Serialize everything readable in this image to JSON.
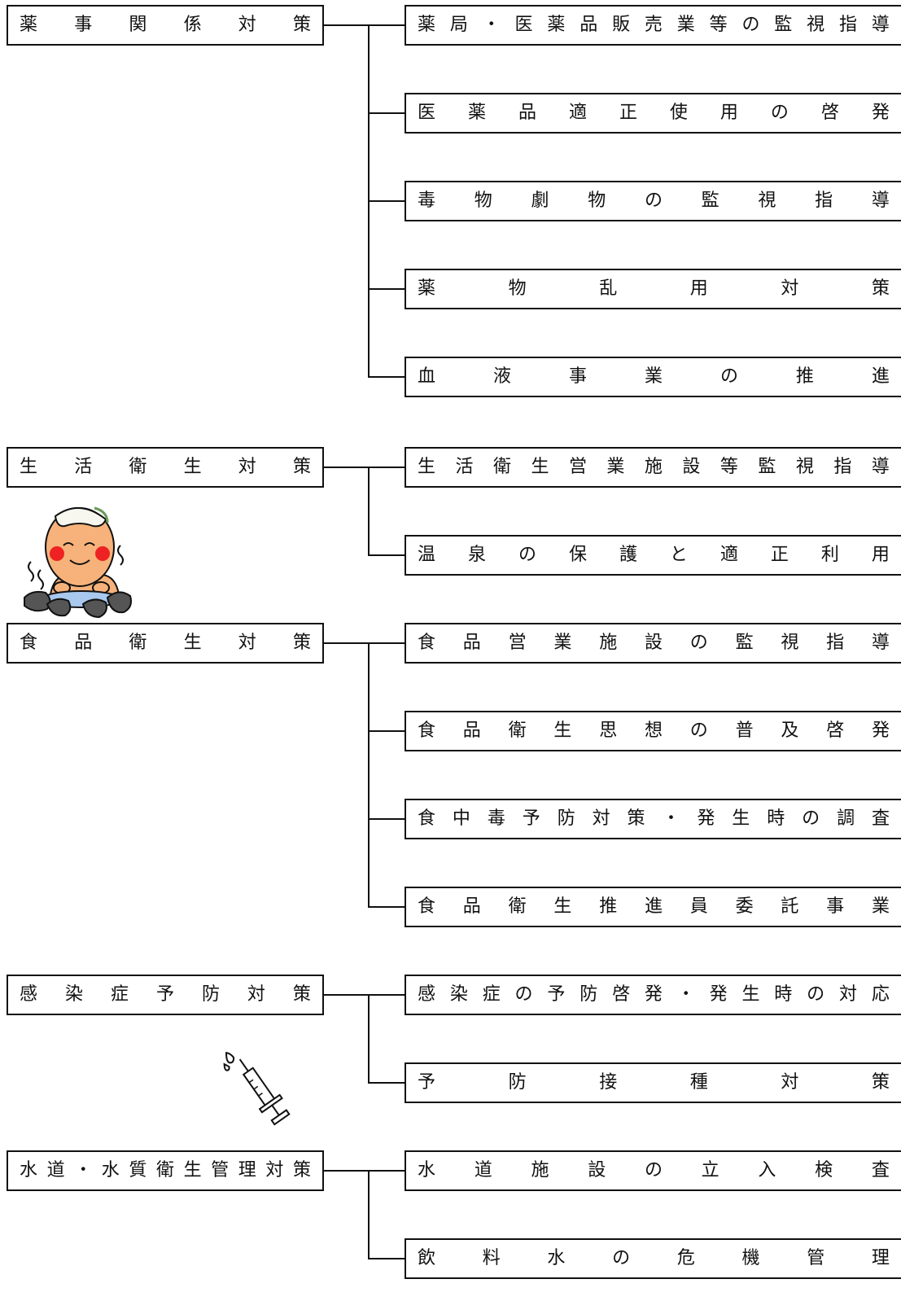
{
  "groups": [
    {
      "title": "薬事関係対策",
      "items": [
        "薬局・医薬品販売業等の監視指導",
        "医薬品適正使用の啓発",
        "毒物劇物の監視指導",
        "薬物乱用対策",
        "血液事業の推進"
      ]
    },
    {
      "title": "生活衛生対策",
      "items": [
        "生活衛生営業施設等監視指導",
        "温泉の保護と適正利用"
      ]
    },
    {
      "title": "食品衛生対策",
      "items": [
        "食品営業施設の監視指導",
        "食品衛生思想の普及啓発",
        "食中毒予防対策・発生時の調査",
        "食品衛生推進員委託事業"
      ]
    },
    {
      "title": "感染症予防対策",
      "items": [
        "感染症の予防啓発・発生時の対応",
        "予防接種対策"
      ]
    },
    {
      "title": "水道・水質衛生管理対策",
      "items": [
        "水道施設の立入検査",
        "飲料水の危機管理"
      ]
    }
  ],
  "illustrations": [
    "onsen-character-icon",
    "syringe-icon"
  ],
  "colors": {
    "line": "#111111",
    "cheek": "#ee2222",
    "face": "#f6b27a",
    "water": "#a8c8ee",
    "rock": "#555555"
  }
}
